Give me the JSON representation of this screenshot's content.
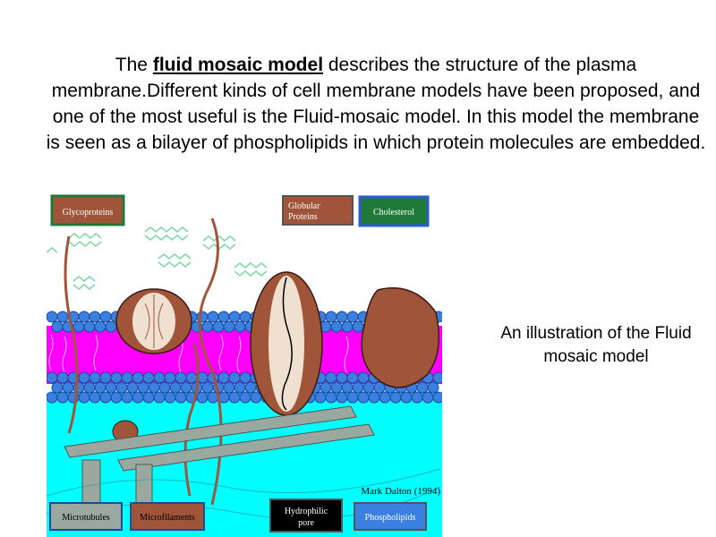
{
  "intro": {
    "lead": "The ",
    "term": "fluid mosaic model",
    "rest": " describes the structure of the plasma membrane.Different kinds of cell membrane models have been proposed, and one of the most useful is the Fluid-mosaic model. In this model the membrane is seen as a bilayer of phospholipids in which protein molecules are embedded."
  },
  "caption": "An illustration  of the Fluid mosaic model",
  "figure": {
    "labels": {
      "glycoproteins": "Glycoproteins",
      "globular_1": "Globular",
      "globular_2": "Proteins",
      "cholesterol": "Cholesterol",
      "microtubules": "Microtubules",
      "microfilaments": "Microfilaments",
      "pore_1": "Hydrophilic",
      "pore_2": "pore",
      "phospholipids": "Phospholipids"
    },
    "credit": "Mark Dalton (1994)",
    "colors": {
      "cytoplasm": "#00ffff",
      "lipid_tails": "#ff00ff",
      "lipid_heads": "#3b7fe0",
      "protein": "#a0553a",
      "glyco_box": "#1f7a3a",
      "cholesterol_box": "#2b5bd6",
      "phospholipid_box": "#3b7fe0",
      "microtubule": "#9aa8a0"
    }
  }
}
